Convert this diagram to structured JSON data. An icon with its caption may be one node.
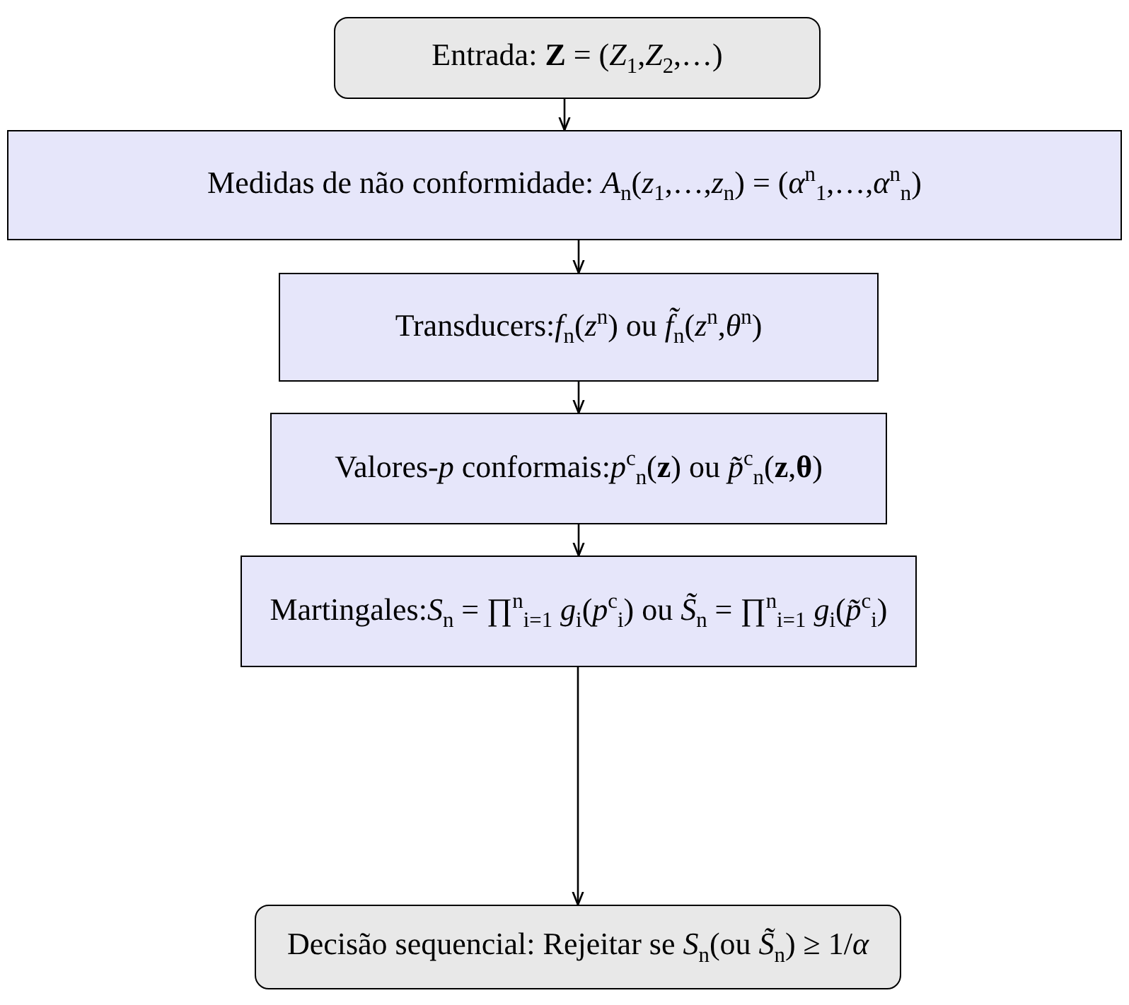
{
  "diagram": {
    "nodes": [
      {
        "text": [
          "Entrada: **Z** = (*Z*$_{1}$,*Z*$_{2}$,…)"
        ]
      },
      {
        "text": [
          "Medidas de não conformidade: *A*$_{n}$(*z*$_{1}$,…,*z*$_{n}$) = (*α*$^{n}$$_{1}$,…,*α*$^{n}$$_{n}$)"
        ]
      },
      {
        "text": [
          "Transducers:*f*$_{n}$(*z*$^{n}$) ou *f̃*$_{n}$(*z*$^{n}$,*θ*$^{n}$)"
        ]
      },
      {
        "text": [
          "Valores-*p* conformais:*p*$^{c}$$_{n}$(**z**) ou *p̃*$^{c}$$_{n}$(**z**,**θ**)"
        ]
      },
      {
        "text": [
          "Martingales:*S*$_{n}$ = ∏$^{n}$$_{i=1}$ *g*$_{i}$(*p*$^{c}$$_{i}$) ou *S̃*$_{n}$ = ∏$^{n}$$_{i=1}$ *g*$_{i}$(*p̃*$^{c}$$_{i}$)"
        ]
      },
      {
        "text": [
          "Decisão sequencial: Rejeitar se *S*$_{n}$(ou *S̃*$_{n}$) ≥ 1/*α*"
        ]
      }
    ],
    "edges": [
      {
        "from": 0,
        "to": 1,
        "arrow": "to"
      },
      {
        "from": 1,
        "to": 2,
        "arrow": "to"
      },
      {
        "from": 2,
        "to": 3,
        "arrow": "to"
      },
      {
        "from": 3,
        "to": 4,
        "arrow": "to"
      },
      {
        "from": 4,
        "to": 5,
        "arrow": "to"
      }
    ]
  }
}
